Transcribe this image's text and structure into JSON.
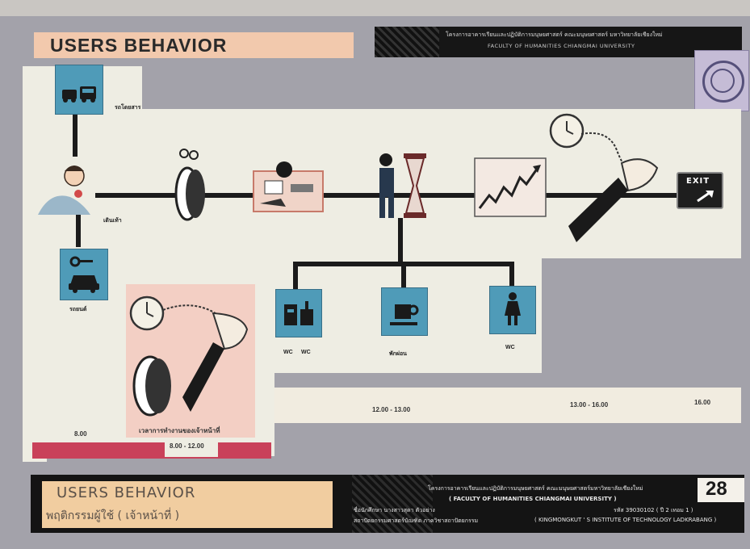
{
  "header": {
    "title": "USERS BEHAVIOR",
    "project_line": "โครงการอาคารเรียนและปฏิบัติการมนุษยศาสตร์ คณะมนุษยศาสตร์ มหาวิทยาลัยเชียงใหม่",
    "faculty_line": "FACULTY OF HUMANITIES CHIANGMAI UNIVERSITY"
  },
  "diagram": {
    "bus_label": "รถโดยสาร",
    "person_label": "เดินเท้า",
    "car_label": "รถยนต์",
    "wc_label_left": "WC",
    "wc_label_right": "WC",
    "coffee_label": "พักผ่อน",
    "woman_wc_label": "WC",
    "exit_label": "EXIT",
    "pink_caption": "เวลาการทำงานของเจ้าหน้าที่",
    "times": {
      "t_800": "8.00",
      "t_800_1200": "8.00 - 12.00",
      "t_1200_1300": "12.00 - 13.00",
      "t_1300_1600": "13.00 - 16.00",
      "t_1600": "16.00"
    }
  },
  "footer": {
    "title_en": "USERS BEHAVIOR",
    "title_th": "พฤติกรรมผู้ใช้ ( เจ้าหน้าที่ )",
    "project_line": "โครงการอาคารเรียนและปฏิบัติการมนุษยศาสตร์ คณะมนุษยศาสตร์มหาวิทยาลัยเชียงใหม่",
    "faculty_line": "( FACULTY OF HUMANITIES CHIANGMAI UNIVERSITY )",
    "student_line": "ชื่อนักศึกษา  นางสาวสุดา  ตัวอย่าง",
    "advisor_line": "สถาปัตยกรรมศาสตร์บัณฑิต ภาควิชาสถาปัตยกรรม",
    "id_line": "รหัส 39030102 ( ปี 2 เทอม 1 )",
    "institute_line": "( KINGMONGKUT ' S INSTITUTE OF TECHNOLOGY LADKRABANG )",
    "page_number": "28"
  }
}
